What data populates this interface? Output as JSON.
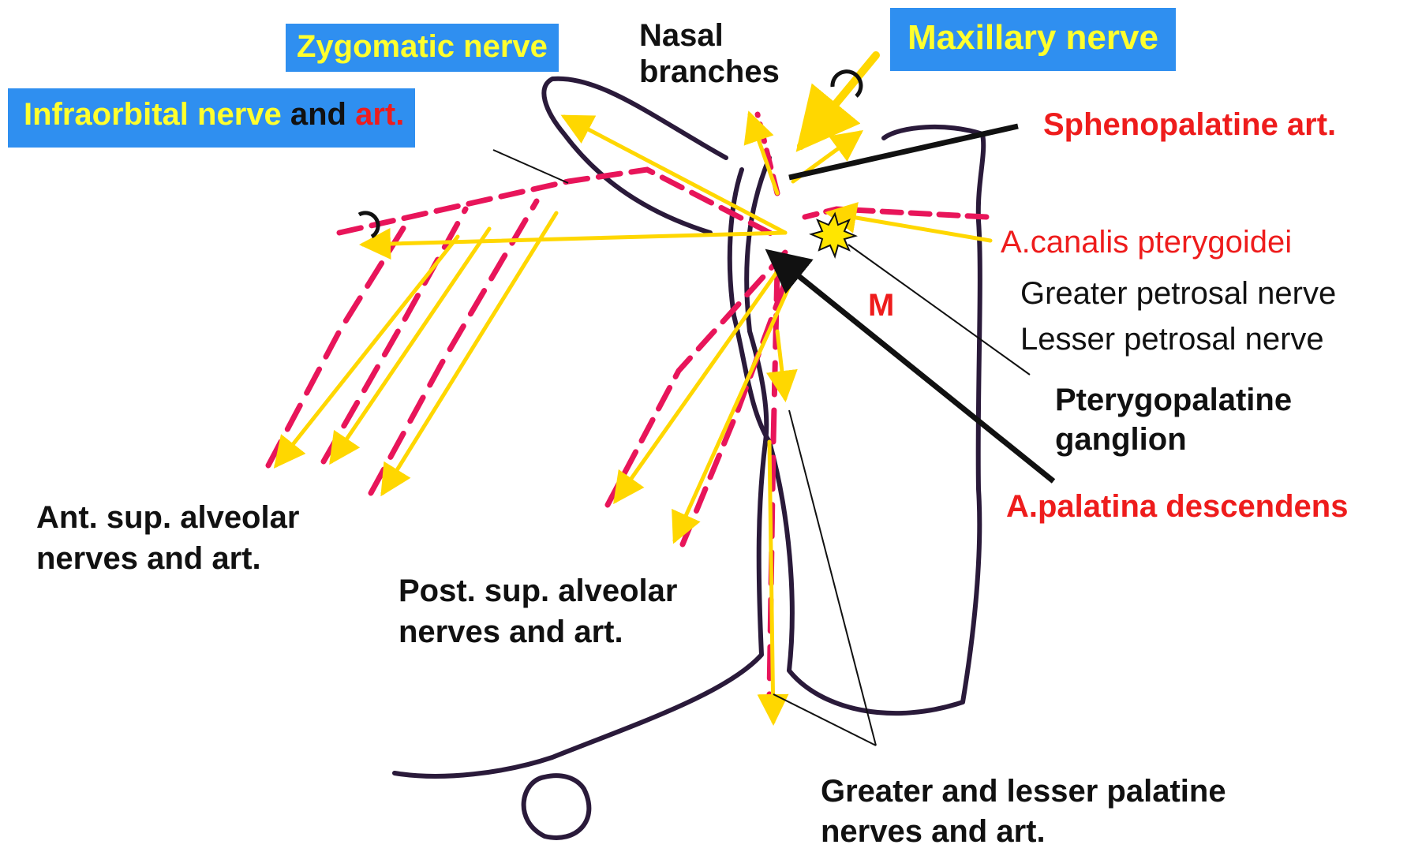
{
  "colors": {
    "label_box_bg": "#2f8ff0",
    "nerve": "#ffd700",
    "artery": "#e8155a",
    "outline": "#2a1a3a",
    "red_text": "#ee1c1c"
  },
  "labels": {
    "zygomatic": "Zygomatic nerve",
    "nasal": [
      "Nasal",
      "branches"
    ],
    "maxillary": "Maxillary nerve",
    "infraorbital": {
      "nerve": "Infraorbital nerve",
      "and": " and ",
      "art": "art."
    },
    "sphenopalatine": "Sphenopalatine art.",
    "canalis": "A.canalis pterygoidei",
    "greater_petrosal": "Greater petrosal nerve",
    "lesser_petrosal": "Lesser petrosal nerve",
    "m": "M",
    "pterygopalatine": [
      "Pterygopalatine",
      "ganglion"
    ],
    "palatina": "A.palatina descendens",
    "ant_sup": [
      "Ant. sup. alveolar",
      "nerves and art."
    ],
    "post_sup": [
      "Post. sup. alveolar",
      "nerves and art."
    ],
    "palatine": [
      "Greater and lesser palatine",
      "nerves and art."
    ]
  }
}
